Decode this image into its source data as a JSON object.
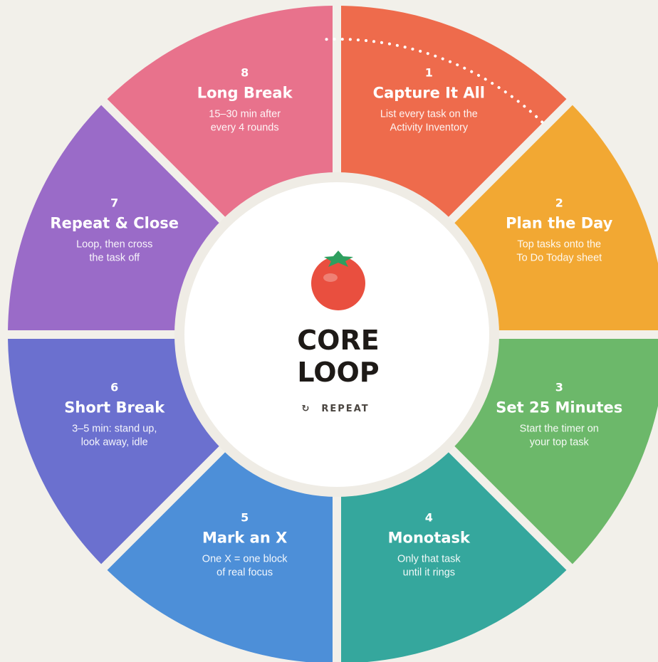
{
  "center": {
    "title_line1": "CORE",
    "title_line2": "LOOP",
    "repeat_icon": "↻",
    "repeat_label": "REPEAT"
  },
  "colors": {
    "background": "#f2f0ea",
    "segments": [
      "#ee6b4c",
      "#f2a833",
      "#6cb86a",
      "#35a79d",
      "#4d8fd8",
      "#6b70cf",
      "#9a6bc8",
      "#e8728c"
    ],
    "tomato": "#e94f3f",
    "leaf": "#2e9f5f"
  },
  "steps": [
    {
      "num": "1",
      "title": "Capture It All",
      "desc1": "List every task on the",
      "desc2": "Activity Inventory"
    },
    {
      "num": "2",
      "title": "Plan the Day",
      "desc1": "Top tasks onto the",
      "desc2": "To Do Today sheet"
    },
    {
      "num": "3",
      "title": "Set 25 Minutes",
      "desc1": "Start the timer on",
      "desc2": "your top task"
    },
    {
      "num": "4",
      "title": "Monotask",
      "desc1": "Only that task",
      "desc2": "until it rings"
    },
    {
      "num": "5",
      "title": "Mark an X",
      "desc1": "One X = one block",
      "desc2": "of real focus"
    },
    {
      "num": "6",
      "title": "Short Break",
      "desc1": "3–5 min: stand up,",
      "desc2": "look away, idle"
    },
    {
      "num": "7",
      "title": "Repeat & Close",
      "desc1": "Loop, then cross",
      "desc2": "the task off"
    },
    {
      "num": "8",
      "title": "Long Break",
      "desc1": "15–30 min after",
      "desc2": "every 4 rounds"
    }
  ]
}
